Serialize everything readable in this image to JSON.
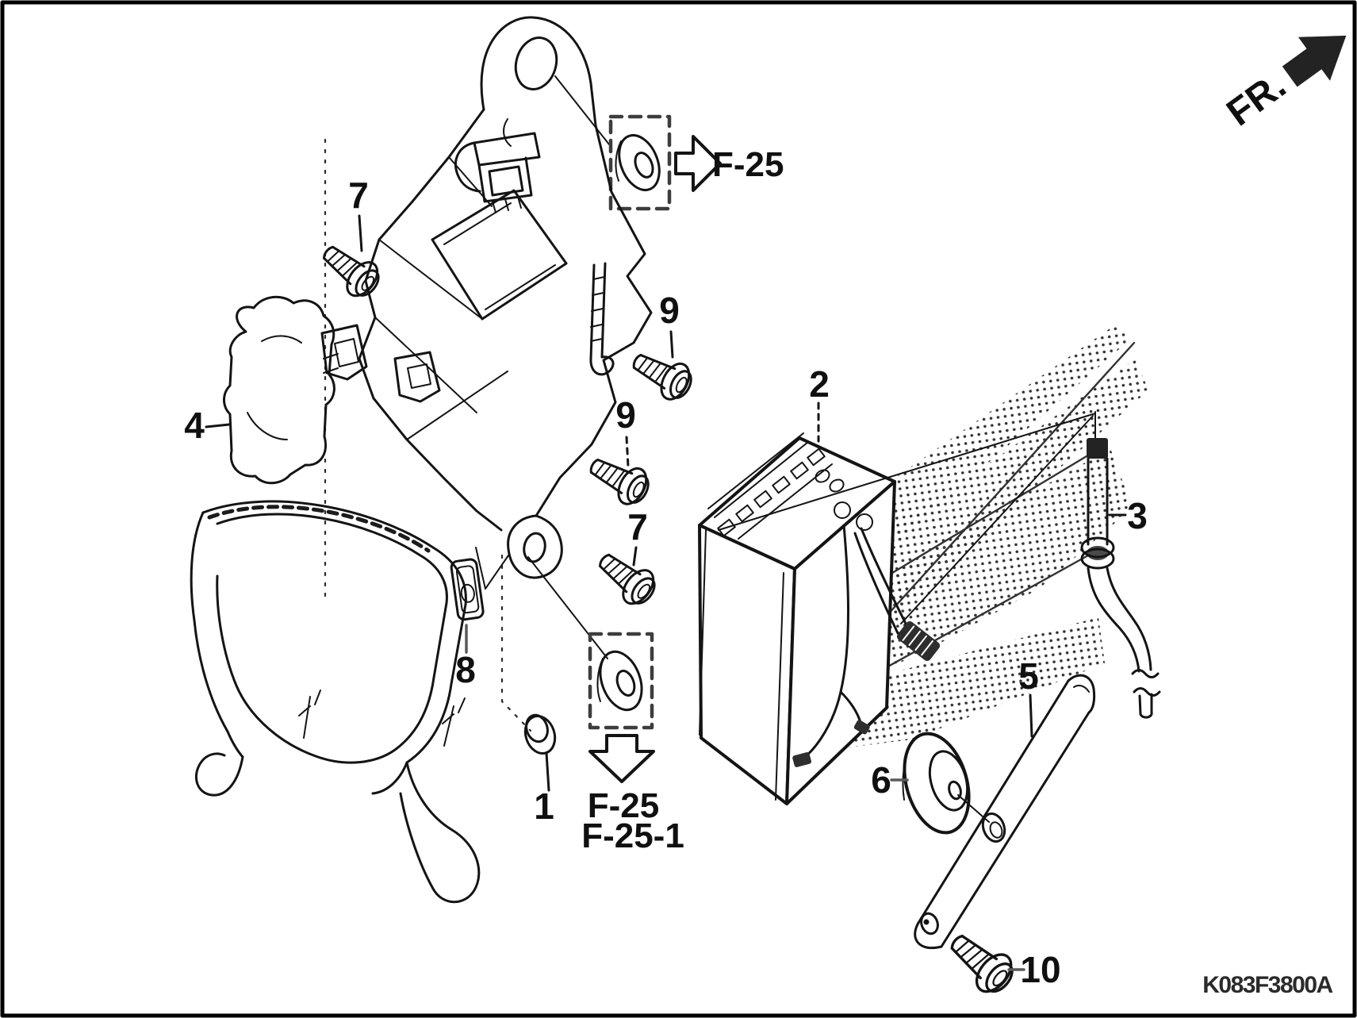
{
  "diagram": {
    "fr_label": "FR.",
    "code": "K083F3800A",
    "refs": {
      "top": "F-25",
      "bottom_primary": "F-25",
      "bottom_secondary": "F-25-1"
    },
    "callouts": {
      "cap_nut": "1",
      "battery": "2",
      "breather_tube": "3",
      "battery_cover": "4",
      "battery_strap": "5",
      "setting_washer": "6",
      "bolt_upper": "7",
      "bolt_lower": "7",
      "mount_rubber": "8",
      "screw_upper": "9",
      "screw_lower": "9",
      "strap_bolt": "10"
    },
    "colors": {
      "ink": "#141414",
      "background": "#ffffff"
    }
  }
}
